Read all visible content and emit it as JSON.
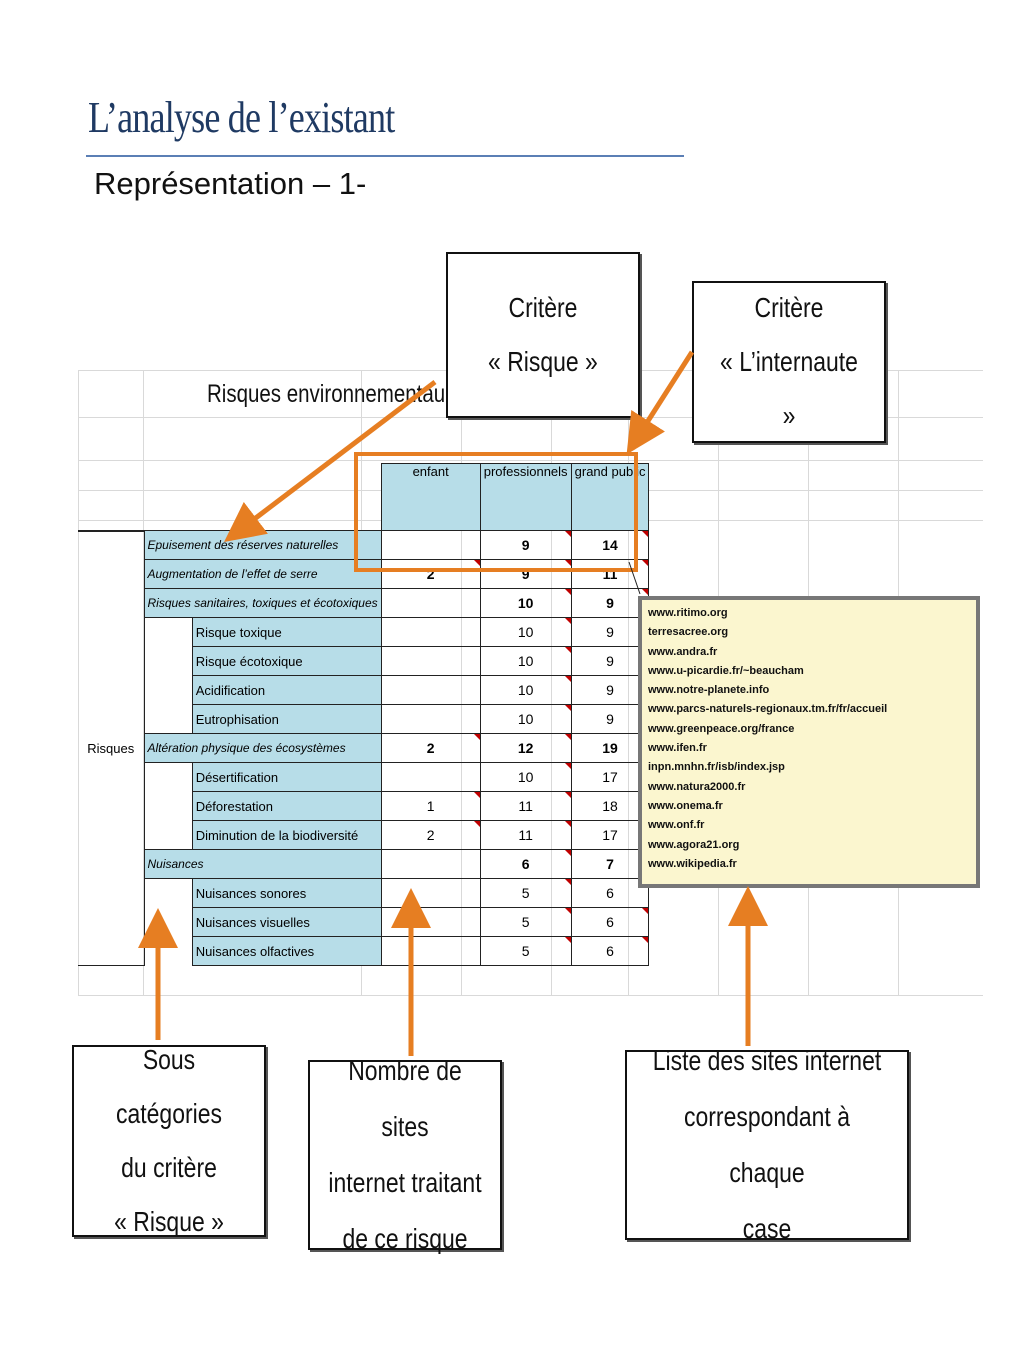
{
  "slide": {
    "title": "L’analyse de l’existant",
    "subtitle": "Représentation – 1-"
  },
  "sheet": {
    "title": "Risques environnementau:",
    "headers": [
      "enfant",
      "professionnels",
      "grand public"
    ],
    "group_label": "Risques",
    "rows": [
      {
        "label": "Epuisement des réserves naturelles",
        "level": "cat",
        "enfant": "",
        "professionnels": "9",
        "grand_public": "14"
      },
      {
        "label": "Augmentation de l’effet de serre",
        "level": "cat",
        "enfant": "2",
        "professionnels": "9",
        "grand_public": "11"
      },
      {
        "label": "Risques sanitaires, toxiques et écotoxiques",
        "level": "cat",
        "enfant": "",
        "professionnels": "10",
        "grand_public": "9"
      },
      {
        "label": "Risque toxique",
        "level": "sub",
        "enfant": "",
        "professionnels": "10",
        "grand_public": "9"
      },
      {
        "label": "Risque écotoxique",
        "level": "sub",
        "enfant": "",
        "professionnels": "10",
        "grand_public": "9"
      },
      {
        "label": "Acidification",
        "level": "sub",
        "enfant": "",
        "professionnels": "10",
        "grand_public": "9"
      },
      {
        "label": "Eutrophisation",
        "level": "sub",
        "enfant": "",
        "professionnels": "10",
        "grand_public": "9"
      },
      {
        "label": "Altération physique des écosystèmes",
        "level": "cat",
        "enfant": "2",
        "professionnels": "12",
        "grand_public": "19"
      },
      {
        "label": "Désertification",
        "level": "sub",
        "enfant": "",
        "professionnels": "10",
        "grand_public": "17"
      },
      {
        "label": "Déforestation",
        "level": "sub",
        "enfant": "1",
        "professionnels": "11",
        "grand_public": "18"
      },
      {
        "label": "Diminution de la biodiversité",
        "level": "sub",
        "enfant": "2",
        "professionnels": "11",
        "grand_public": "17"
      },
      {
        "label": "Nuisances",
        "level": "cat",
        "enfant": "",
        "professionnels": "6",
        "grand_public": "7"
      },
      {
        "label": "Nuisances sonores",
        "level": "sub",
        "enfant": "",
        "professionnels": "5",
        "grand_public": "6"
      },
      {
        "label": "Nuisances visuelles",
        "level": "sub",
        "enfant": "",
        "professionnels": "5",
        "grand_public": "6"
      },
      {
        "label": "Nuisances olfactives",
        "level": "sub",
        "enfant": "",
        "professionnels": "5",
        "grand_public": "6"
      }
    ]
  },
  "comment_links": [
    "www.ritimo.org",
    "terresacree.org",
    "www.andra.fr",
    "www.u-picardie.fr/~beaucham",
    "www.notre-planete.info",
    "www.parcs-naturels-regionaux.tm.fr/fr/accueil",
    "www.greenpeace.org/france",
    "www.ifen.fr",
    "inpn.mnhn.fr/isb/index.jsp",
    "www.natura2000.fr",
    "www.onema.fr",
    "www.onf.fr",
    "www.agora21.org",
    "www.wikipedia.fr"
  ],
  "callouts": {
    "critere_risque": "Critère\n« Risque »",
    "critere_internaute": "Critère\n« L’internaute »",
    "sous_categories": "Sous catégories\ndu critère\n« Risque »",
    "nombre_sites": "Nombre de sites\ninternet traitant\nde ce risque",
    "liste_sites": "Liste des sites internet\ncorrespondant à chaque\ncase"
  },
  "colors": {
    "title": "#1f3a63",
    "cell_fill": "#b7dde8",
    "arrow": "#e67e22",
    "comment_fill": "#fbf6cf",
    "comment_marker": "#c00000"
  }
}
